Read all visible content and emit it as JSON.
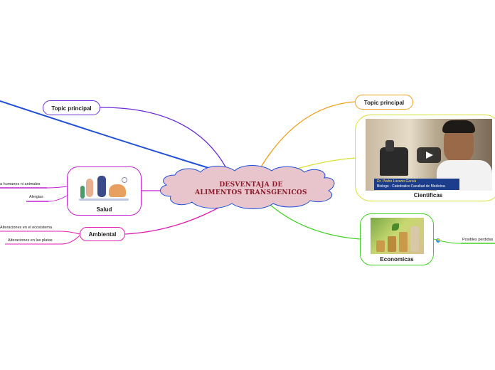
{
  "center": {
    "line1": "DESVENTAJA DE",
    "line2": "ALIMENTOS TRANSGENICOS"
  },
  "topic_left": {
    "label": "Topic principal",
    "color": "#6a2bd8"
  },
  "topic_right": {
    "label": "Topic principal",
    "color": "#f0a020"
  },
  "salud": {
    "label": "Salud",
    "color": "#c21fd0",
    "leaves": [
      "a humanos ni animales",
      "Alergias"
    ]
  },
  "ambiental": {
    "label": "Ambiental",
    "color": "#e020b0",
    "leaves": [
      "Alteraciones en el ecosistema",
      "Alteraciones en las platas"
    ]
  },
  "cientificas": {
    "label": "Cientificas",
    "color": "#d8e030",
    "caption_name": "Dr. Pedro Lozano Garcia",
    "caption_role": "Biologo - Catedratico Facultad de Medicina"
  },
  "economicas": {
    "label": "Economicas",
    "color": "#40d020",
    "leaves": [
      "Posibles perdidas"
    ]
  },
  "icons": {
    "play": "play-icon",
    "leaf": "note-icon"
  }
}
